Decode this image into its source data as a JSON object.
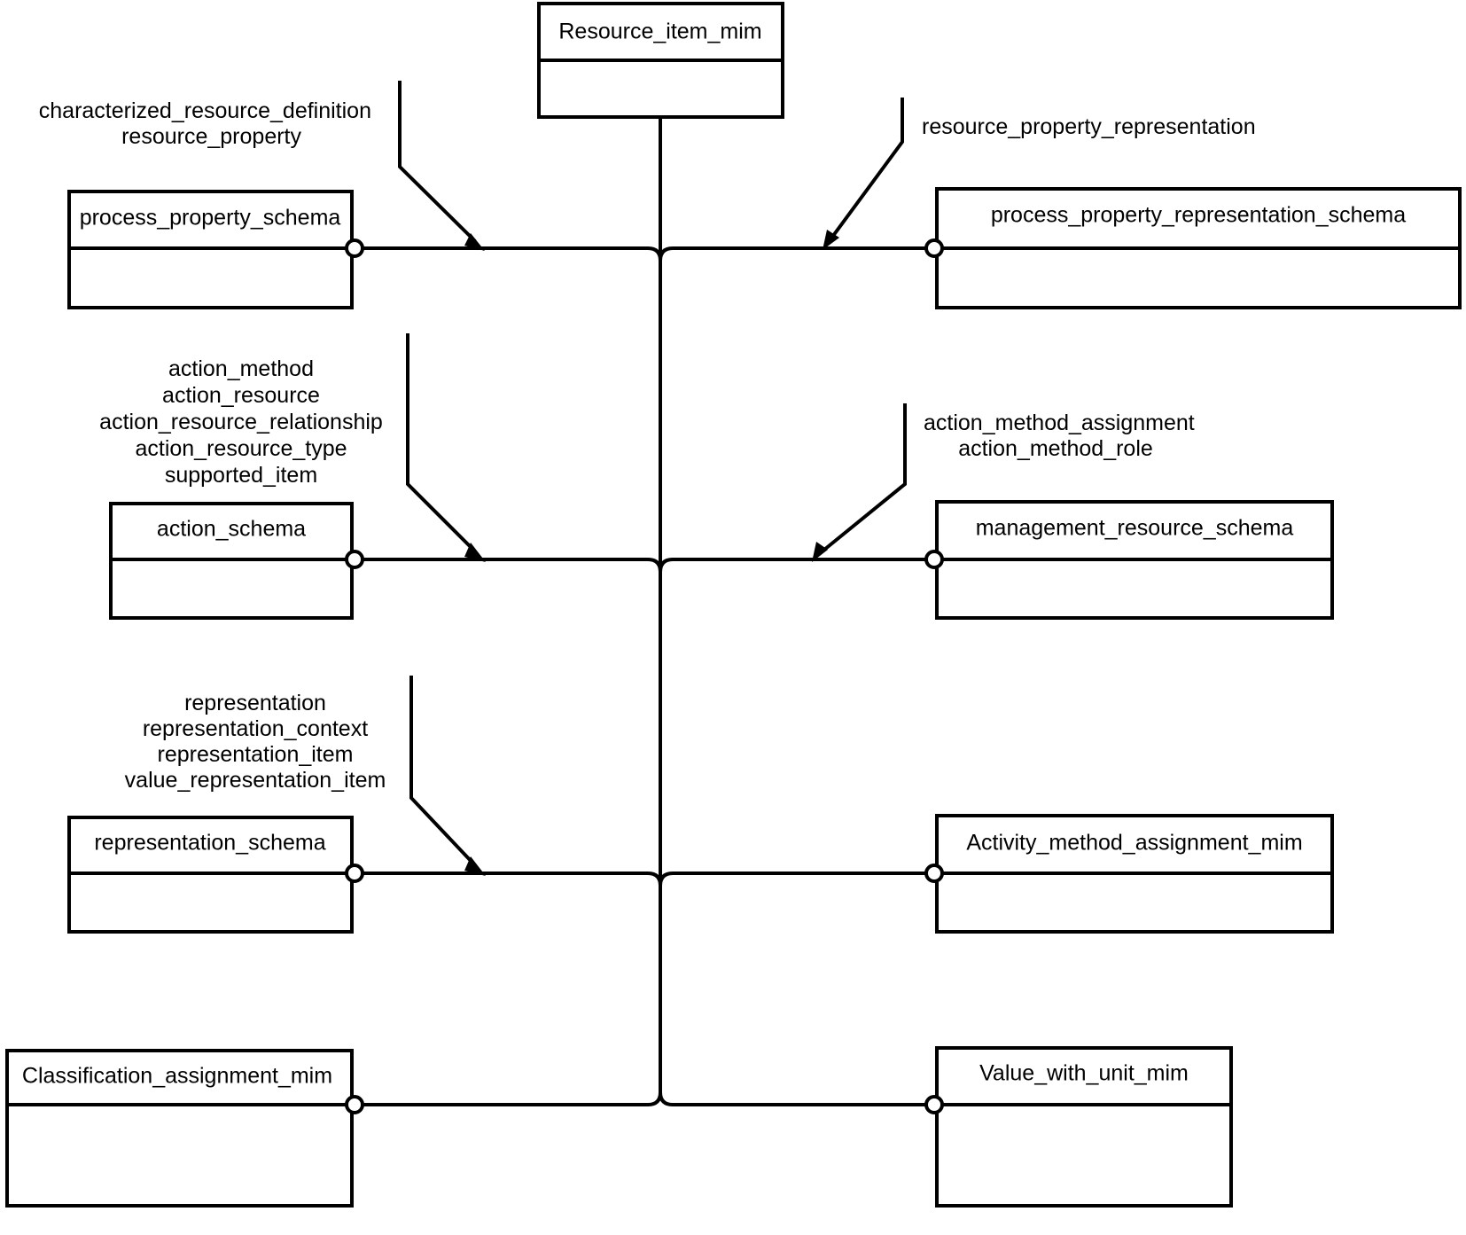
{
  "diagram": {
    "type": "express-g-schema-reference",
    "title": "Resource_item_mim",
    "root_box": {
      "name": "Resource_item_mim",
      "label": "Resource_item_mim"
    },
    "rows": [
      {
        "id": "row-1",
        "left_box": {
          "label": "process_property_schema"
        },
        "right_box": {
          "label": "process_property_representation_schema"
        },
        "left_annotation": {
          "lines": [
            "characterized_resource_definition",
            "resource_property"
          ]
        },
        "right_annotation": {
          "lines": [
            "resource_property_representation"
          ]
        }
      },
      {
        "id": "row-2",
        "left_box": {
          "label": "action_schema"
        },
        "right_box": {
          "label": "management_resource_schema"
        },
        "left_annotation": {
          "lines": [
            "action_method",
            "action_resource",
            "action_resource_relationship",
            "action_resource_type",
            "supported_item"
          ]
        },
        "right_annotation": {
          "lines": [
            "action_method_assignment",
            "action_method_role"
          ]
        }
      },
      {
        "id": "row-3",
        "left_box": {
          "label": "representation_schema"
        },
        "right_box": {
          "label": "Activity_method_assignment_mim"
        },
        "left_annotation": {
          "lines": [
            "representation",
            "representation_context",
            "representation_item",
            "value_representation_item"
          ]
        },
        "right_annotation": {
          "lines": []
        }
      },
      {
        "id": "row-4",
        "left_box": {
          "label": "Classification_assignment_mim"
        },
        "right_box": {
          "label": "Value_with_unit_mim"
        },
        "left_annotation": {
          "lines": []
        },
        "right_annotation": {
          "lines": []
        }
      }
    ],
    "colors": {
      "stroke": "#000000",
      "fill": "#ffffff",
      "text": "#000000",
      "background": "#ffffff"
    }
  }
}
